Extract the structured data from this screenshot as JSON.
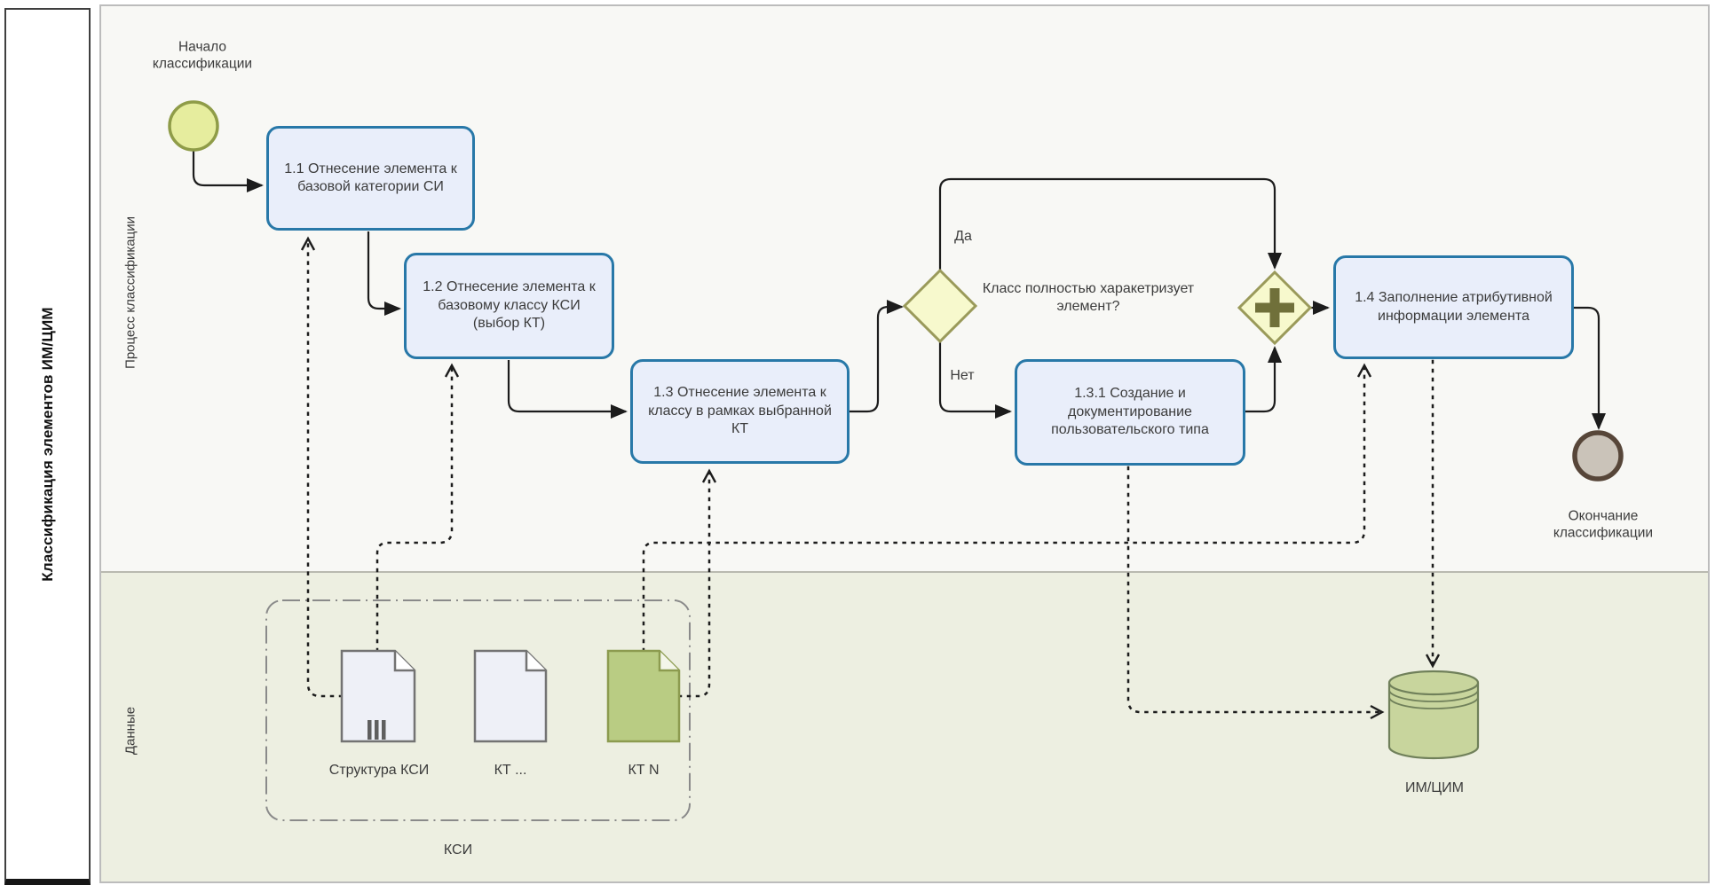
{
  "pool": {
    "title": "Классификация элементов ИМ/ЦИМ"
  },
  "lanes": [
    {
      "label": "Процесс классификации"
    },
    {
      "label": "Данные"
    }
  ],
  "events": {
    "start": {
      "label": "Начало классификации"
    },
    "end": {
      "label": "Окончание классификации"
    }
  },
  "tasks": [
    {
      "id": "1.1",
      "label": "1.1 Отнесение элемента к базовой категории СИ"
    },
    {
      "id": "1.2",
      "label": "1.2 Отнесение элемента к базовому классу КСИ (выбор КТ)"
    },
    {
      "id": "1.3",
      "label": "1.3 Отнесение элемента к классу в рамках выбранной КТ"
    },
    {
      "id": "1.3.1",
      "label": "1.3.1 Создание и документирование пользовательского типа"
    },
    {
      "id": "1.4",
      "label": "1.4 Заполнение атрибутивной информации элемента"
    }
  ],
  "gateways": {
    "exclusive": {
      "question": "Класс полностью харакетризует элемент?",
      "yes_label": "Да",
      "no_label": "Нет"
    },
    "parallel": {
      "marker": "plus"
    }
  },
  "data_objects": [
    {
      "label": "Структура КСИ",
      "marker": "collection"
    },
    {
      "label": "КТ ..."
    },
    {
      "label": "КТ N",
      "highlighted": true
    }
  ],
  "group": {
    "label": "КСИ"
  },
  "datastore": {
    "label": "ИМ/ЦИМ"
  },
  "colors": {
    "task_fill": "#e9eefa",
    "task_border": "#2878a8",
    "gateway_fill": "#f7f9cd",
    "gateway_border": "#9a9a5a",
    "parallel_plus": "#70703a",
    "start_fill": "#e6ed9e",
    "start_border": "#8f9c48",
    "end_fill": "#cac3b9",
    "end_border": "#574639",
    "doc_fill": "#eef0f7",
    "doc_border": "#737373",
    "doc_green_fill": "#b9cc83",
    "doc_green_border": "#8c9b4f",
    "datastore_fill": "#c8d59d",
    "datastore_border": "#70805a",
    "lane_process_bg": "#f8f8f5",
    "lane_data_bg": "#edefe1",
    "flow_color": "#1c1c1c",
    "group_border": "#8a8a8a"
  }
}
